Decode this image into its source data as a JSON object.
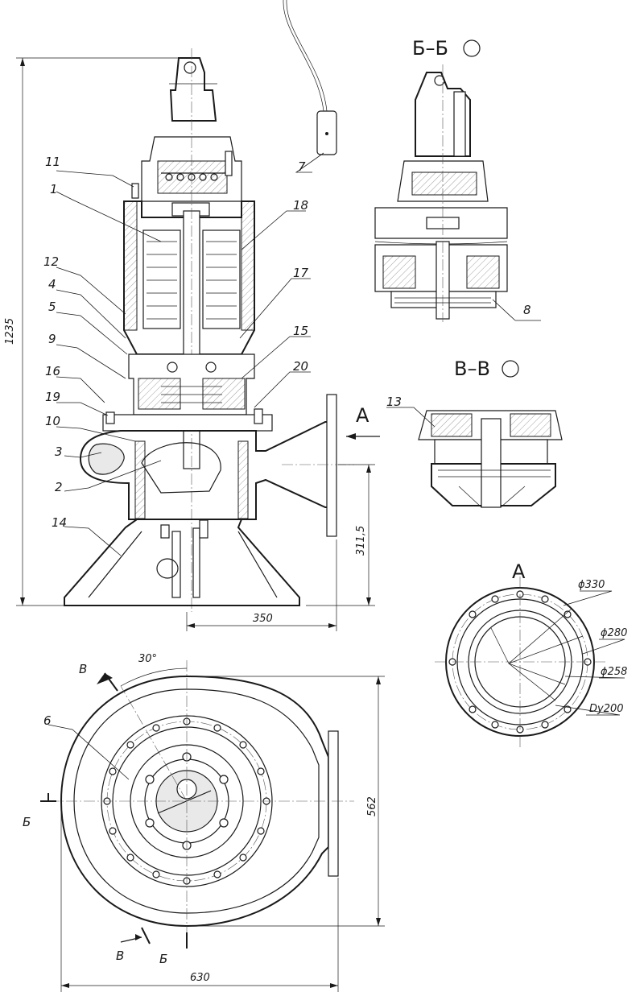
{
  "part_numbers": [
    "11",
    "1",
    "18",
    "7",
    "12",
    "4",
    "5",
    "17",
    "9",
    "15",
    "16",
    "20",
    "19",
    "10",
    "3",
    "2",
    "14",
    "6",
    "8",
    "13"
  ],
  "section_labels": {
    "bb": "Б–Б",
    "vv": "В–В",
    "view_a": "А"
  },
  "view_arrow_label": "А",
  "cut_marks": {
    "v_top": "В",
    "b_left": "Б",
    "v_bottom": "В",
    "b_bottom": "Б"
  },
  "dimensions": {
    "height_total": "1235",
    "height_outlet": "311,5",
    "width_axis": "350",
    "angle": "30°",
    "width_plan": "562",
    "length_plan": "630",
    "d330": "ϕ330",
    "d280": "ϕ280",
    "d258": "ϕ258",
    "dy200": "Dy200"
  }
}
